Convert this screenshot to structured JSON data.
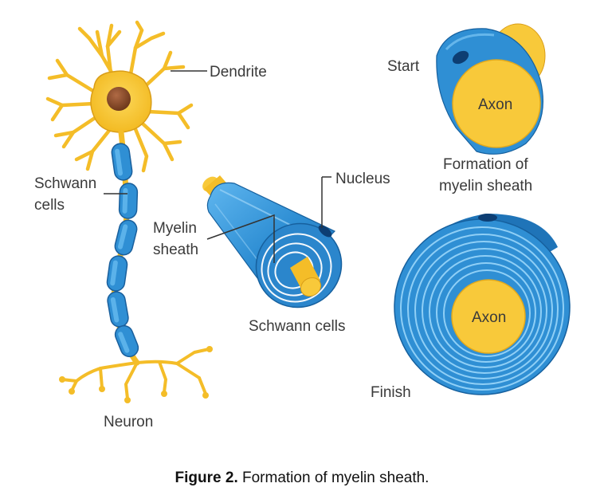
{
  "labels": {
    "dendrite": "Dendrite",
    "schwann_cells_left_1": "Schwann",
    "schwann_cells_left_2": "cells",
    "neuron": "Neuron",
    "nucleus": "Nucleus",
    "myelin_sheath_1": "Myelin",
    "myelin_sheath_2": "sheath",
    "schwann_cells_center": "Schwann cells",
    "start": "Start",
    "axon_start": "Axon",
    "formation_1": "Formation of",
    "formation_2": "myelin sheath",
    "axon_finish": "Axon",
    "finish": "Finish"
  },
  "caption": {
    "prefix": "Figure 2.",
    "text": " Formation of myelin sheath."
  },
  "colors": {
    "neuron_yellow": "#f7c531",
    "neuron_outline": "#c98e12",
    "nucleus_brown": "#8a4a2a",
    "myelin_blue": "#2f8fd4",
    "myelin_light": "#5ab3ee",
    "myelin_dark": "#15609f",
    "axon_yellow": "#f8c93a"
  }
}
